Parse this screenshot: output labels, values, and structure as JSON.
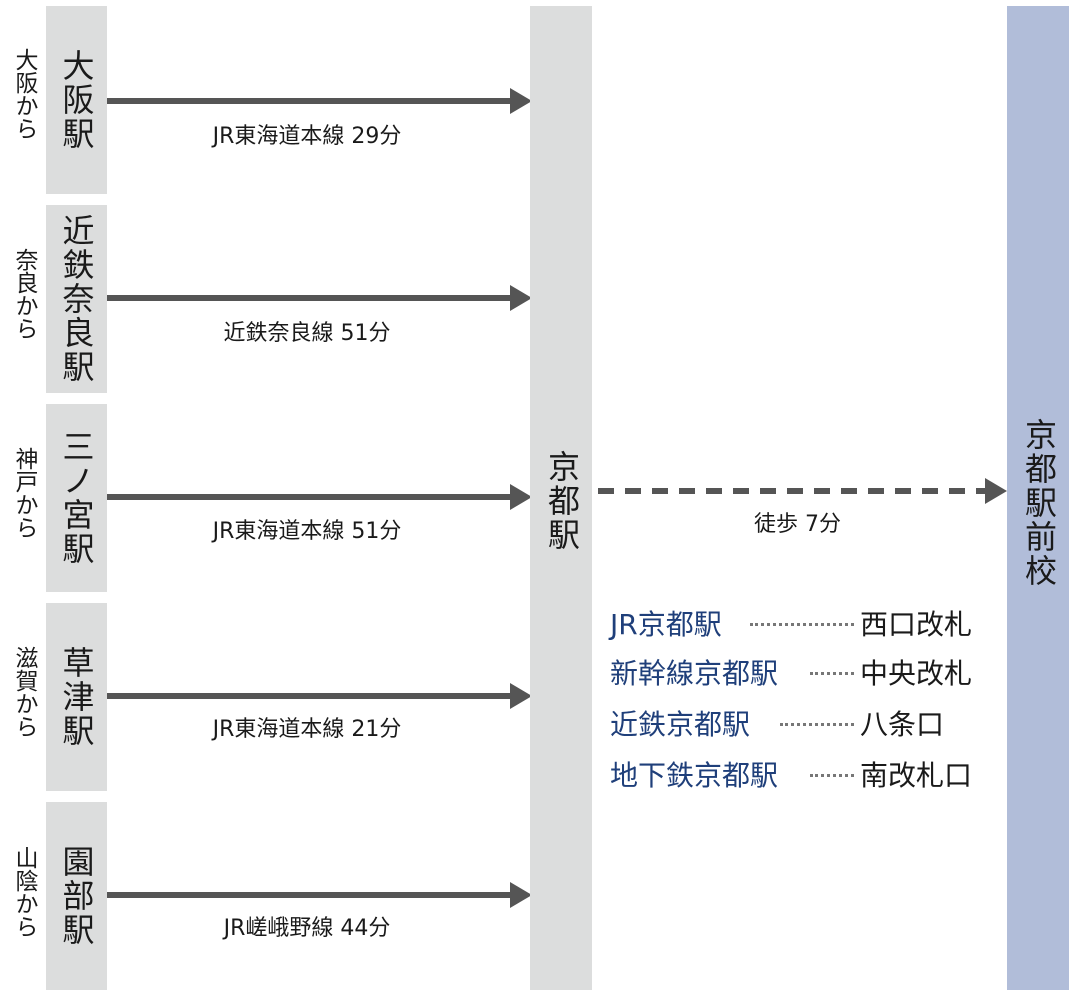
{
  "routes": [
    {
      "region": "大阪から",
      "station": "大阪駅",
      "line": "JR東海道本線 29分"
    },
    {
      "region": "奈良から",
      "station": "近鉄奈良駅",
      "line": "近鉄奈良線 51分"
    },
    {
      "region": "神戸から",
      "station": "三ノ宮駅",
      "line": "JR東海道本線 51分"
    },
    {
      "region": "滋賀から",
      "station": "草津駅",
      "line": "JR東海道本線 21分"
    },
    {
      "region": "山陰から",
      "station": "園部駅",
      "line": "JR嵯峨野線 44分"
    }
  ],
  "hub": {
    "station": "京都駅",
    "walk_label": "徒歩 7分"
  },
  "destination": {
    "name": "京都駅前校"
  },
  "gates": [
    {
      "station": "JR京都駅",
      "exit": "西口改札"
    },
    {
      "station": "新幹線京都駅",
      "exit": "中央改札"
    },
    {
      "station": "近鉄京都駅",
      "exit": "八条口"
    },
    {
      "station": "地下鉄京都駅",
      "exit": "南改札口"
    }
  ],
  "colors": {
    "box_gray": "#dcdddd",
    "arrow": "#555555",
    "school_blue": "#b1bdd9",
    "gate_station_text": "#1f3f7a"
  }
}
